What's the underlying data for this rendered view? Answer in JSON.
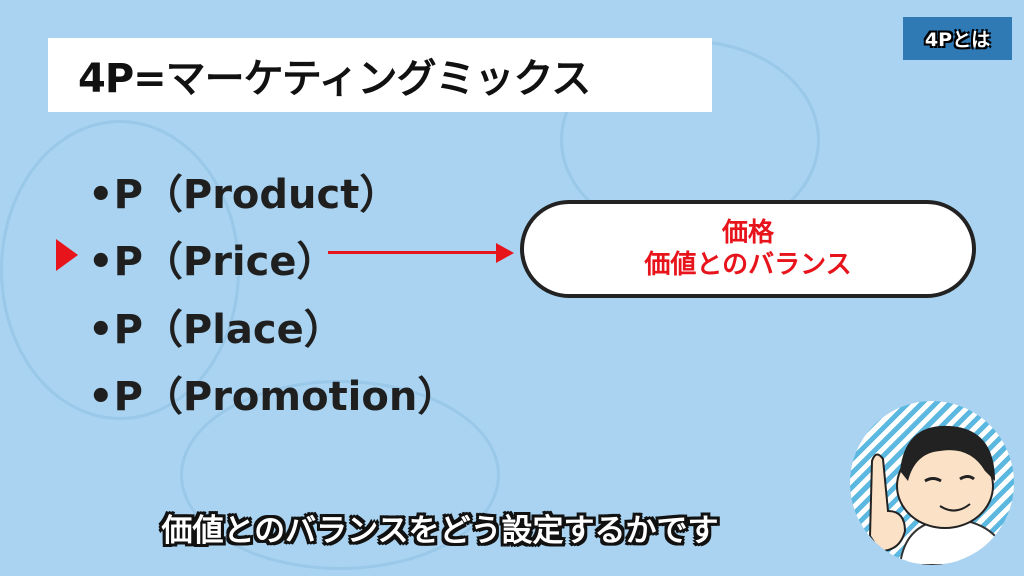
{
  "badge": "4Pとは",
  "title": "4P=マーケティングミックス",
  "bullets": [
    "•P（Product）",
    "•P（Price）",
    "•P（Place）",
    "•P（Promotion）"
  ],
  "callout": {
    "line1": "価格",
    "line2": "価値とのバランス"
  },
  "subtitle": "価値とのバランスをどう設定するかです",
  "colors": {
    "accent": "#e8141c",
    "badge": "#2f79b5",
    "background": "#a9d3f0"
  }
}
